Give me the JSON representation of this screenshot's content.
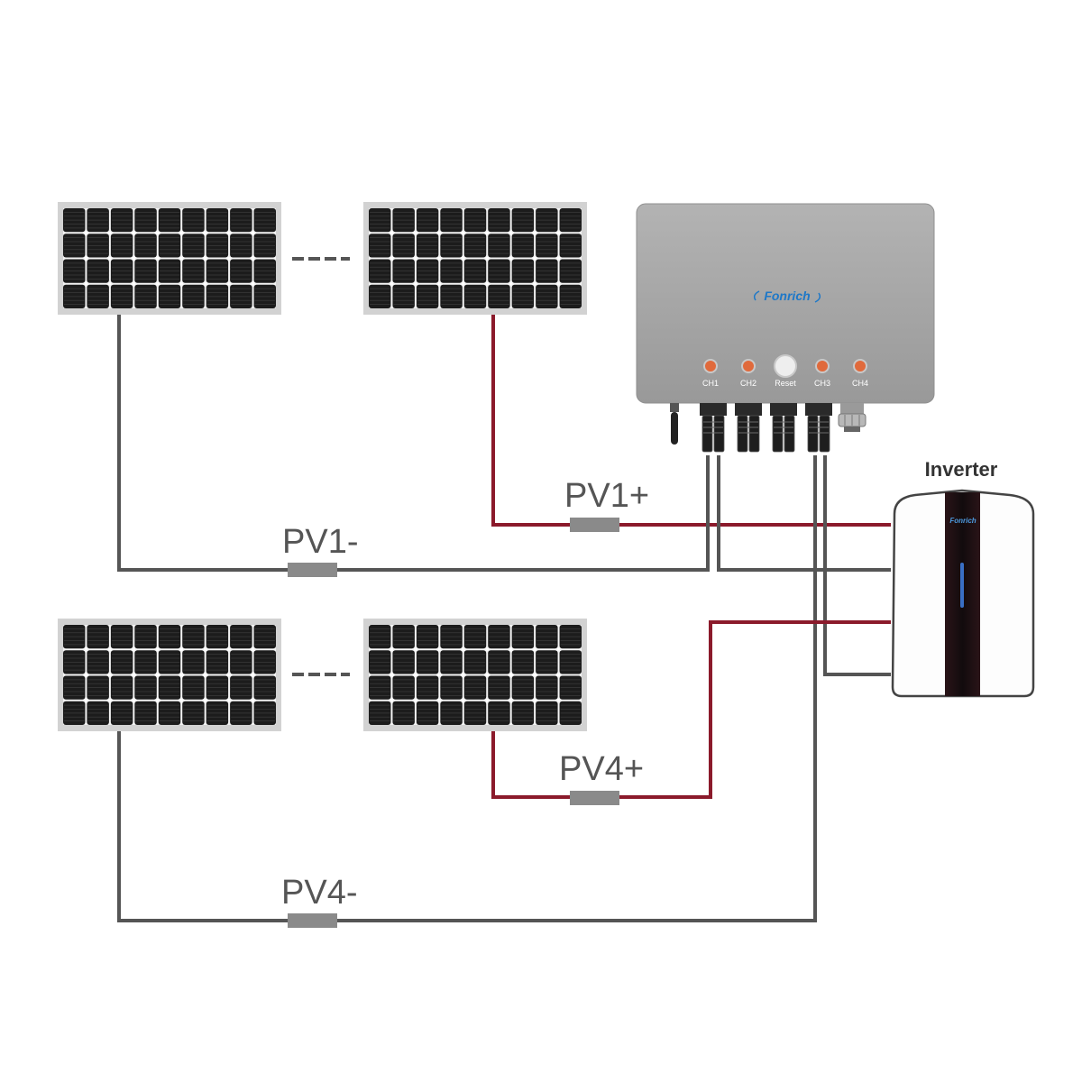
{
  "wire_labels": {
    "pv1_plus": "PV1+",
    "pv1_minus": "PV1-",
    "pv4_plus": "PV4+",
    "pv4_minus": "PV4-"
  },
  "device": {
    "brand": "Fonrich",
    "channels": [
      "CH1",
      "CH2",
      "Reset",
      "CH3",
      "CH4"
    ]
  },
  "inverter": {
    "title": "Inverter",
    "brand": "Fonrich"
  },
  "string_gap": "----",
  "colors": {
    "positive_wire": "#8b1a2b",
    "negative_wire": "#555555",
    "panel_cell": "#1c1c1c",
    "panel_frame": "#d2d2d2",
    "device_body": "#a6a6a6",
    "led": "#e06a3c",
    "brand_blue": "#1e78c8",
    "inverter_stripe": "#1a1214"
  }
}
